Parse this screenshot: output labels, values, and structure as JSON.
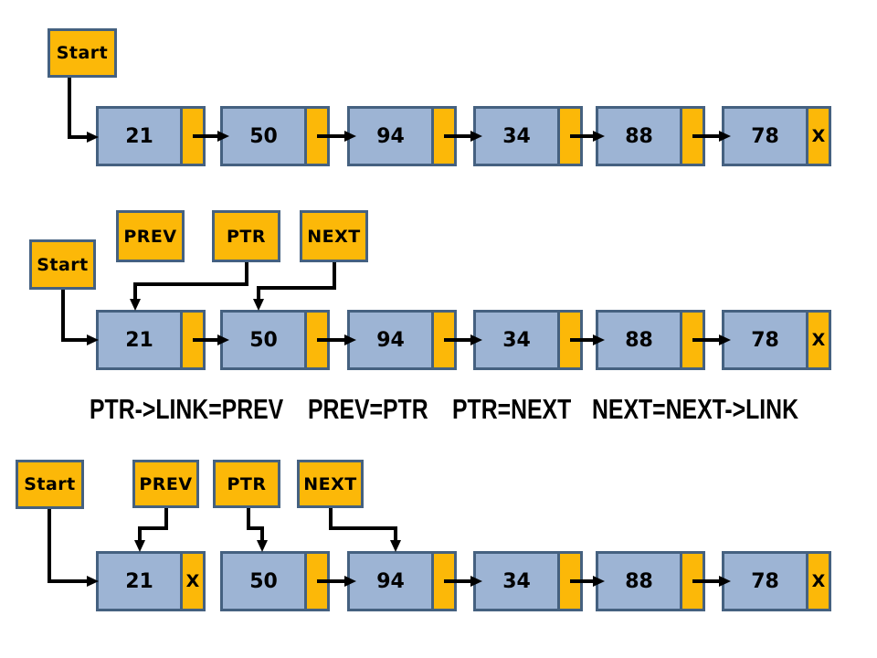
{
  "colors": {
    "node_fill": "#9DB4D4",
    "link_fill": "#FCB808",
    "border": "#456180",
    "arrow": "#000000",
    "background": "#FFFFFF",
    "text": "#000000"
  },
  "diagrams": [
    {
      "name": "initial-list",
      "pointers": [
        {
          "label": "Start",
          "target": "node-21"
        }
      ],
      "nodes": [
        {
          "value": "21",
          "link": "next"
        },
        {
          "value": "50",
          "link": "next"
        },
        {
          "value": "94",
          "link": "next"
        },
        {
          "value": "34",
          "link": "next"
        },
        {
          "value": "88",
          "link": "next"
        },
        {
          "value": "78",
          "link": "X"
        }
      ]
    },
    {
      "name": "pointers-initialized",
      "pointers": [
        {
          "label": "Start",
          "target": "node-21"
        },
        {
          "label": "PREV",
          "target": "null"
        },
        {
          "label": "PTR",
          "target": "node-21"
        },
        {
          "label": "NEXT",
          "target": "node-50"
        }
      ],
      "nodes": [
        {
          "value": "21",
          "link": "next"
        },
        {
          "value": "50",
          "link": "next"
        },
        {
          "value": "94",
          "link": "next"
        },
        {
          "value": "34",
          "link": "next"
        },
        {
          "value": "88",
          "link": "next"
        },
        {
          "value": "78",
          "link": "X"
        }
      ]
    },
    {
      "name": "after-first-reversal-step",
      "pointers": [
        {
          "label": "Start",
          "target": "node-21"
        },
        {
          "label": "PREV",
          "target": "node-21"
        },
        {
          "label": "PTR",
          "target": "node-50"
        },
        {
          "label": "NEXT",
          "target": "node-94"
        }
      ],
      "nodes": [
        {
          "value": "21",
          "link": "X"
        },
        {
          "value": "50",
          "link": "next"
        },
        {
          "value": "94",
          "link": "next"
        },
        {
          "value": "34",
          "link": "next"
        },
        {
          "value": "88",
          "link": "next"
        },
        {
          "value": "78",
          "link": "X"
        }
      ]
    }
  ],
  "formula": {
    "segments": [
      "PTR->LINK=PREV",
      "PREV=PTR",
      "PTR=NEXT",
      "NEXT=NEXT->LINK"
    ]
  },
  "null_marker": "X"
}
